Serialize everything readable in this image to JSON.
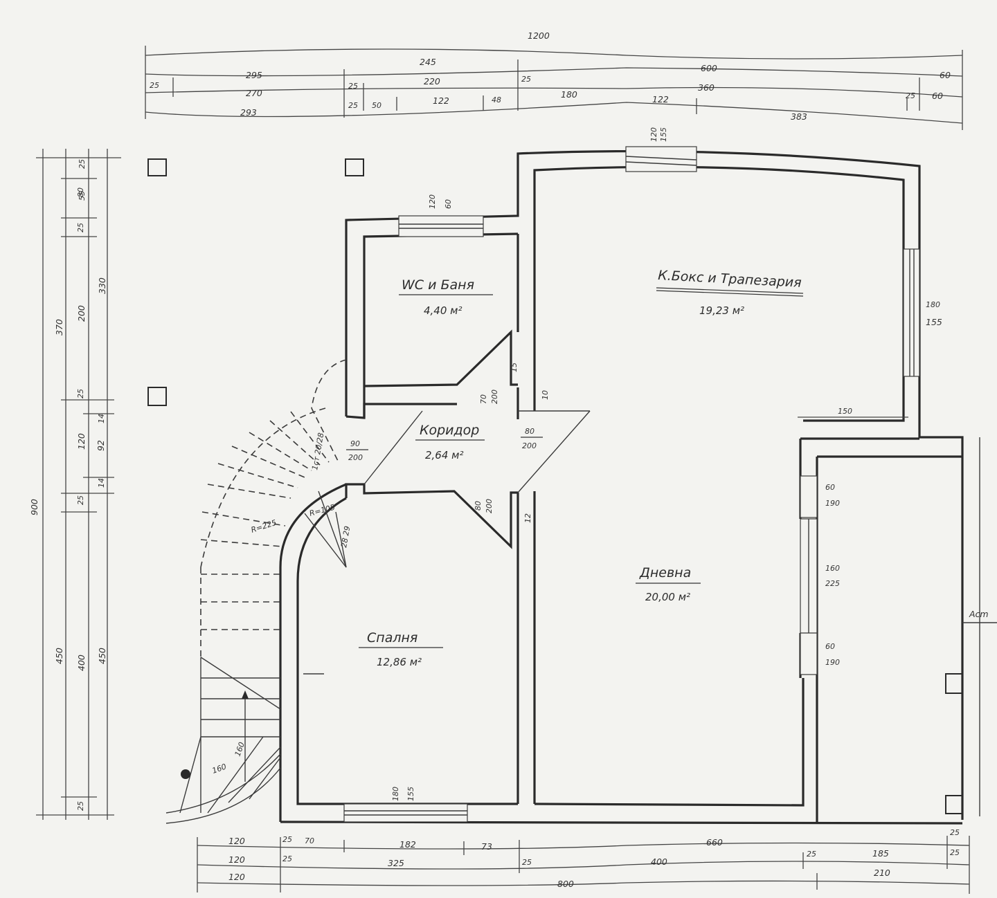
{
  "rooms": {
    "wc": {
      "name": "WC и Баня",
      "area": "4,40 м²"
    },
    "kitchen": {
      "name": "К.Бокс и Трапезария",
      "area": "19,23 м²"
    },
    "corridor": {
      "name": "Коридор",
      "area": "2,64 м²"
    },
    "bedroom": {
      "name": "Спалня",
      "area": "12,86 м²"
    },
    "living": {
      "name": "Дневна",
      "area": "20,00 м²"
    }
  },
  "dims": {
    "top_total": "1200",
    "top_row1": [
      "295",
      "245",
      "600",
      "60"
    ],
    "top_row2": [
      "25",
      "270",
      "25",
      "220",
      "25",
      "360",
      "25",
      "60"
    ],
    "top_row3": [
      "293",
      "25",
      "50",
      "122",
      "48",
      "180",
      "122",
      "383"
    ],
    "left_outer": "900",
    "left_row1": [
      "370",
      "450"
    ],
    "left_row2": [
      "80",
      "25",
      "200",
      "25",
      "120",
      "25",
      "400",
      "25"
    ],
    "left_row3": [
      "25",
      "55",
      "330",
      "14",
      "92",
      "14",
      "450"
    ],
    "bottom_row1": [
      "120",
      "25",
      "70",
      "182",
      "73",
      "660",
      "25"
    ],
    "bottom_row2": [
      "120",
      "25",
      "325",
      "25",
      "400",
      "25",
      "185",
      "25"
    ],
    "bottom_row3": [
      "120",
      "800",
      "210"
    ],
    "openings": {
      "wc_window": [
        "120",
        "60"
      ],
      "kitchen_top_window": [
        "120",
        "155"
      ],
      "kitchen_side_window": [
        "180",
        "155"
      ],
      "kitchen_opening": "150",
      "wc_door": [
        "70",
        "200"
      ],
      "kitchen_door_a": "15",
      "kitchen_door_b": "10",
      "bedroom_door": [
        "90",
        "200"
      ],
      "corridor_door": [
        "80",
        "200"
      ],
      "living_door": [
        "80",
        "200"
      ],
      "living_door_side": "12",
      "living_win_1": [
        "60",
        "190"
      ],
      "living_win_2": [
        "160",
        "225"
      ],
      "living_win_3": [
        "60",
        "190"
      ],
      "bedroom_window": [
        "180",
        "155"
      ]
    },
    "stair": {
      "radius_big": "R=225",
      "radius_small": "R=105",
      "tread_a": "1ст 20/28",
      "tread_b": "28 29",
      "tread_c": "160",
      "tread_d": "160"
    },
    "side_label": "Acm"
  }
}
